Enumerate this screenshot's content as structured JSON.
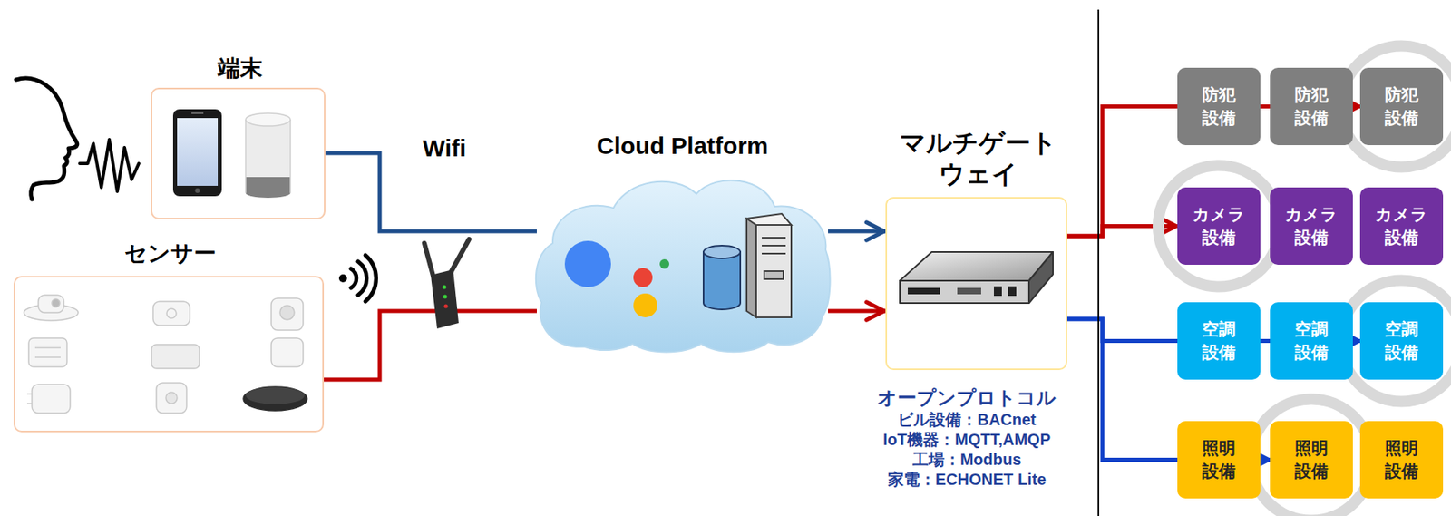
{
  "diagram": {
    "nodes": [
      {
        "text": [
          "端末"
        ]
      },
      {
        "text": [
          "センサー"
        ]
      },
      {
        "text": [
          "Cloud Platform"
        ]
      },
      {
        "text": [
          "マルチゲート ウェイ"
        ]
      },
      {
        "text": [
          "防犯 設備"
        ]
      },
      {
        "text": [
          "防犯 設備"
        ]
      },
      {
        "text": [
          "防犯 設備"
        ]
      },
      {
        "text": [
          "カメラ 設備"
        ]
      },
      {
        "text": [
          "カメラ 設備"
        ]
      },
      {
        "text": [
          "カメラ 設備"
        ]
      },
      {
        "text": [
          "空調 設備"
        ]
      },
      {
        "text": [
          "空調 設備"
        ]
      },
      {
        "text": [
          "空調 設備"
        ]
      },
      {
        "text": [
          "照明 設備"
        ]
      },
      {
        "text": [
          "照明 設備"
        ]
      },
      {
        "text": [
          "照明 設備"
        ]
      }
    ],
    "edges": [
      {
        "from": 0,
        "to": 2,
        "arrow": "none"
      },
      {
        "from": 2,
        "to": 3,
        "arrow": "to"
      },
      {
        "from": 1,
        "to": 2,
        "arrow": "none"
      },
      {
        "from": 2,
        "to": 3,
        "arrow": "to"
      },
      {
        "from": 3,
        "to": 6,
        "arrow": "to"
      },
      {
        "from": 3,
        "to": 7,
        "arrow": "to"
      },
      {
        "from": 3,
        "to": 12,
        "arrow": "to"
      },
      {
        "from": 3,
        "to": 14,
        "arrow": "to"
      }
    ],
    "labels": [
      "Wifi",
      "オープンプロトコル",
      "ビル設備：BACnet",
      "IoT機器：MQTT,AMQP",
      "工場：Modbus",
      "家電：ECHONET Lite"
    ]
  }
}
